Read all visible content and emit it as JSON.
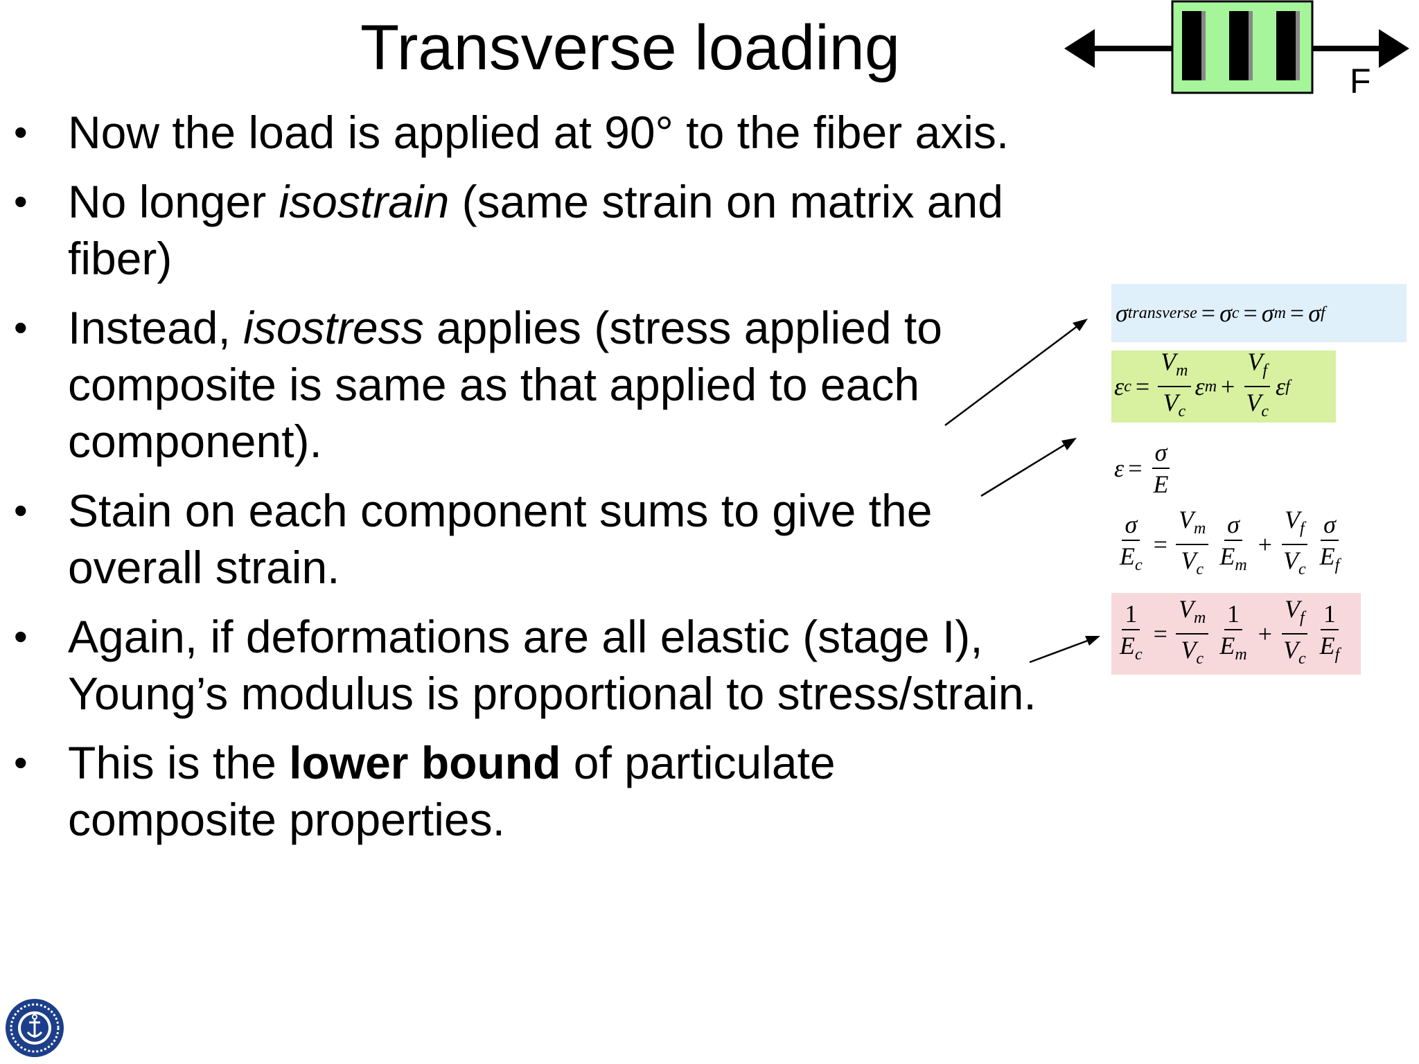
{
  "slide": {
    "title": "Transverse loading",
    "force_label": "F",
    "bullets": [
      {
        "lines": [
          [
            "Now the load is applied at 90° to the fiber axis."
          ]
        ]
      },
      {
        "lines": [
          [
            "No longer ",
            "isostrain",
            " (same strain on matrix and"
          ],
          [
            "fiber)"
          ]
        ]
      },
      {
        "lines": [
          [
            "Instead, ",
            "isostress",
            " applies (stress applied to"
          ],
          [
            "composite is same as that applied to each"
          ],
          [
            "component)."
          ]
        ]
      },
      {
        "lines": [
          [
            "Stain on each component sums to give the"
          ],
          [
            "overall strain."
          ]
        ]
      },
      {
        "lines": [
          [
            "Again, if deformations are all elastic (stage I),"
          ],
          [
            "Young’s modulus is proportional to stress/strain."
          ]
        ]
      },
      {
        "lines": [
          [
            "This is the ",
            "lower bound",
            " of particulate"
          ],
          [
            "composite properties."
          ]
        ]
      }
    ],
    "bullet_symbol": "•"
  },
  "equations": {
    "eq1": {
      "sigma": "σ",
      "sub_transverse": "transverse",
      "eq": "=",
      "sub_c": "c",
      "sub_m": "m",
      "sub_f": "f"
    },
    "eq2": {
      "epsilon": "ε",
      "V": "V",
      "plus": "+",
      "eq": "="
    },
    "eq3": {
      "epsilon": "ε",
      "sigma": "σ",
      "E": "E",
      "eq": "="
    },
    "eq4": {
      "sigma": "σ",
      "E": "E",
      "V": "V",
      "plus": "+",
      "eq": "="
    },
    "eq5": {
      "one": "1",
      "E": "E",
      "V": "V",
      "plus": "+",
      "eq": "="
    }
  },
  "colors": {
    "eq1_bg": "#e0f0fb",
    "eq2_bg": "#d7f1a0",
    "eq5_bg": "#f7d9dc",
    "diagram_box": "#a6f59b",
    "fiber": "#000000"
  }
}
